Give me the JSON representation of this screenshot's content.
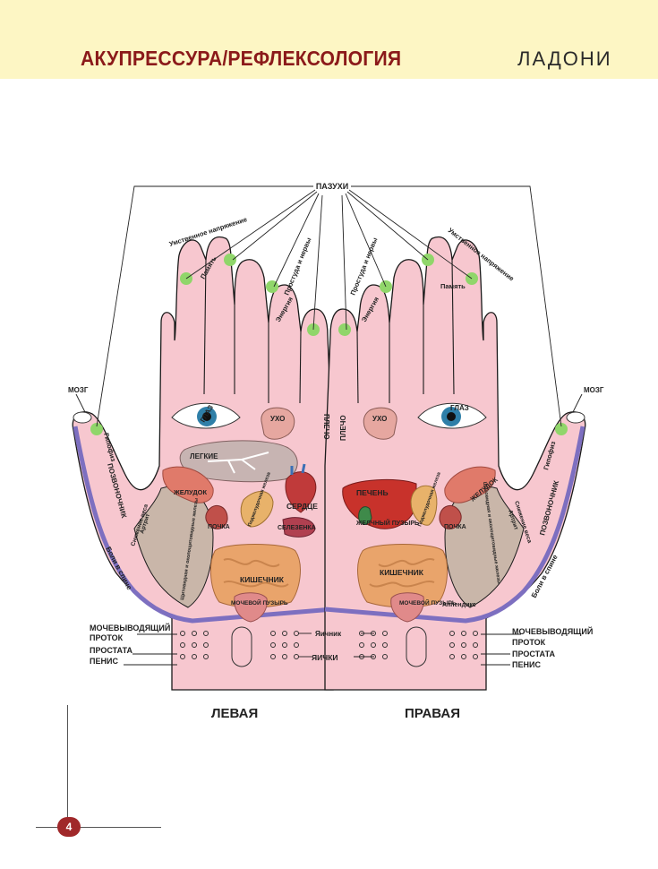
{
  "header": {
    "title": "АКУПРЕССУРА/РЕФЛЕКСОЛОГИЯ",
    "section": "ЛАДОНИ"
  },
  "hands": {
    "left_caption": "ЛЕВАЯ",
    "right_caption": "ПРАВАЯ"
  },
  "labels": {
    "sinuses": "ПАЗУХИ",
    "mental_strain": "Умственное напряжение",
    "memory": "Память",
    "cold_nerves": "Простуда и нервы",
    "energy": "Энергия",
    "brain": "МОЗГ",
    "pituitary": "Гипофиз",
    "spine": "ПОЗВОНОЧНИК",
    "back_pain": "Боли в спине",
    "weight_loss": "Снижение веса",
    "arthritis": "Артрит",
    "thyroid": "Щитовидная и околощитовидные железы",
    "eye": "ГЛАЗ",
    "ear": "УХО",
    "shoulder": "ПЛЕЧО",
    "lungs": "ЛЕГКИЕ",
    "stomach": "ЖЕЛУДОК",
    "pancreas": "Поджелудочная железа",
    "heart": "СЕРДЦЕ",
    "kidney": "ПОЧКА",
    "spleen": "СЕЛЕЗЕНКА",
    "intestine": "КИШЕЧНИК",
    "bladder": "МОЧЕВОЙ ПУЗЫРЬ",
    "liver": "ПЕЧЕНЬ",
    "gallbladder": "ЖЕЛЧНЫЙ ПУЗЫРЬ",
    "appendix": "Аппендикс",
    "ovary": "Яичник",
    "testicles": "ЯИЧКИ",
    "urethra": "МОЧЕВЫВОДЯЩИЙ ПРОТОК",
    "urethra_line1": "МОЧЕВЫВОДЯЩИЙ",
    "urethra_line2": "ПРОТОК",
    "prostate": "ПРОСТАТА",
    "penis": "ПЕНИС"
  },
  "page_number": "4",
  "colors": {
    "skin": "#f7c7cf",
    "skin_outline": "#1a1a1a",
    "point": "#90d66a",
    "spine": "#7d6fc0",
    "header_bg": "#fdf6c4",
    "title": "#8b1a1a"
  }
}
